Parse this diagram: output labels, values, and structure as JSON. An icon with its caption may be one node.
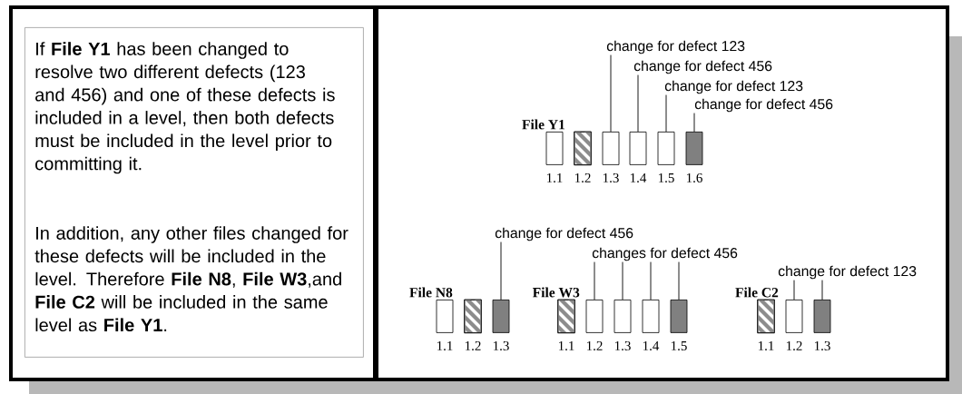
{
  "diagram": {
    "nodes": [
      {
        "text": [
          "If **File Y1** has been changed to resolve two different defects (123 and 456) and one of these defects is included in a level, then both defects must be included in the level prior to committing it.",
          "In addition, any other files changed for these defects will be included in the level.  Therefore **File N8**, **File W3**,and **File C2** will be included in the same level as **File Y1**."
        ]
      },
      {
        "text": [
          "change for defect 123"
        ]
      },
      {
        "text": [
          "change for defect  456"
        ]
      },
      {
        "text": [
          "change for defect 123"
        ]
      },
      {
        "text": [
          "change for defect  456"
        ]
      },
      {
        "text": [],
        "shape": "box",
        "beside": [
          "1.1"
        ]
      },
      {
        "text": [],
        "shape": "box",
        "beside": [
          "1.2"
        ]
      },
      {
        "text": [],
        "shape": "box",
        "beside": [
          "1.3"
        ]
      },
      {
        "text": [],
        "shape": "box",
        "beside": [
          "1.4"
        ]
      },
      {
        "text": [],
        "shape": "box",
        "beside": [
          "1.5"
        ]
      },
      {
        "text": [],
        "shape": "box",
        "beside": [
          "1.6"
        ]
      },
      {
        "text": [
          "change for defect 456"
        ]
      },
      {
        "text": [
          "changes for defect 456"
        ]
      },
      {
        "text": [
          "change for defect 123"
        ]
      },
      {
        "text": [],
        "shape": "box",
        "beside": [
          "1.1"
        ]
      },
      {
        "text": [],
        "shape": "box",
        "beside": [
          "1.2"
        ]
      },
      {
        "text": [],
        "shape": "box",
        "beside": [
          "1.3"
        ]
      },
      {
        "text": [],
        "shape": "box",
        "beside": [
          "1.1"
        ]
      },
      {
        "text": [],
        "shape": "box",
        "beside": [
          "1.2"
        ]
      },
      {
        "text": [],
        "shape": "box",
        "beside": [
          "1.3"
        ]
      },
      {
        "text": [],
        "shape": "box",
        "beside": [
          "1.4"
        ]
      },
      {
        "text": [],
        "shape": "box",
        "beside": [
          "1.5"
        ]
      },
      {
        "text": [],
        "shape": "box",
        "beside": [
          "1.1"
        ]
      },
      {
        "text": [],
        "shape": "box",
        "beside": [
          "1.2"
        ]
      },
      {
        "text": [],
        "shape": "box",
        "beside": [
          "1.3"
        ]
      }
    ],
    "edges": [
      {
        "from": 1,
        "to": 7,
        "arrow": "none"
      },
      {
        "from": 2,
        "to": 8,
        "arrow": "none"
      },
      {
        "from": 3,
        "to": 9,
        "arrow": "none"
      },
      {
        "from": 4,
        "to": 10,
        "arrow": "none"
      },
      {
        "from": 11,
        "to": 16,
        "arrow": "none"
      },
      {
        "from": 12,
        "to": 18,
        "arrow": "none"
      },
      {
        "from": 12,
        "to": 19,
        "arrow": "none"
      },
      {
        "from": 12,
        "to": 20,
        "arrow": "none"
      },
      {
        "from": 12,
        "to": 21,
        "arrow": "none"
      },
      {
        "from": 13,
        "to": 23,
        "arrow": "none"
      },
      {
        "from": 13,
        "to": 24,
        "arrow": "none"
      }
    ],
    "labels": [
      "File Y1",
      "File N8",
      "File W3",
      "File C2"
    ]
  }
}
